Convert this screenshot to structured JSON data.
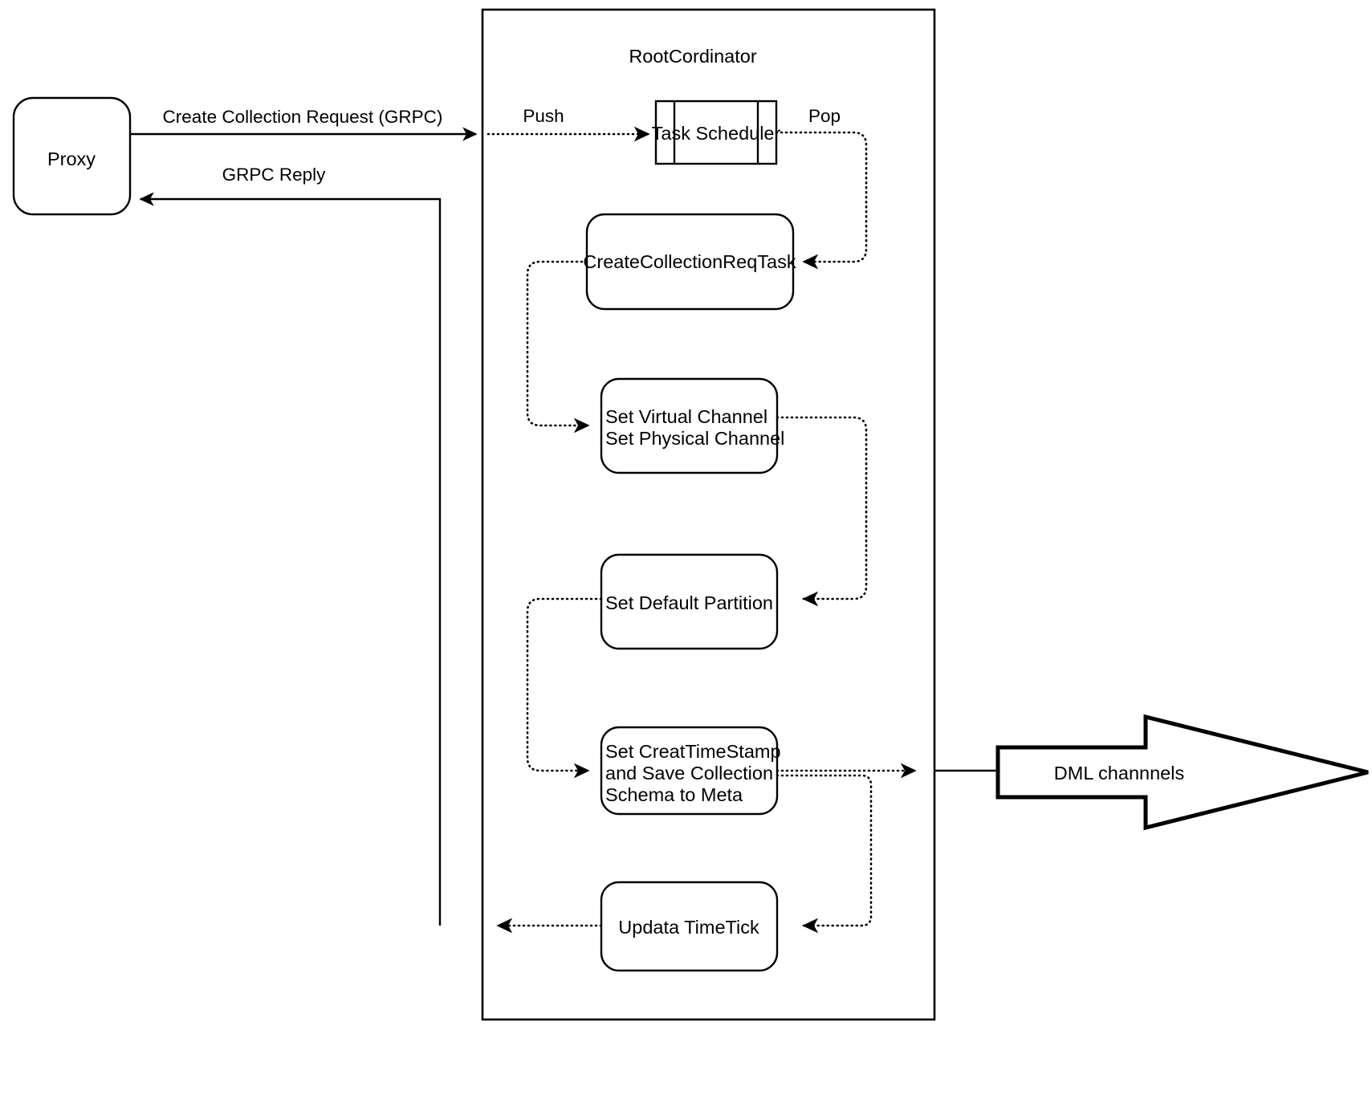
{
  "diagram": {
    "title": "RootCordinator",
    "container": {
      "label": "RootCordinator"
    },
    "nodes": {
      "proxy": {
        "label": "Proxy",
        "shape": "rounded-rect"
      },
      "task_scheduler": {
        "label": "Task Scheduler",
        "shape": "queue"
      },
      "create_collection_req_task": {
        "label": "CreateCollectionReqTask",
        "shape": "rounded-rect"
      },
      "set_channels": {
        "shape": "rounded-rect",
        "lines": [
          "Set Virtual Channel",
          "Set Physical Channel"
        ]
      },
      "set_default_partition": {
        "label": "Set Default Partition",
        "shape": "rounded-rect"
      },
      "set_timestamp_save_schema": {
        "shape": "rounded-rect",
        "lines": [
          "Set CreatTimeStamp",
          "and Save Collection",
          "Schema to Meta"
        ]
      },
      "updata_timetick": {
        "label": "Updata TimeTick",
        "shape": "rounded-rect"
      },
      "dml_channels": {
        "label": "DML channnels",
        "shape": "block-arrow-right"
      }
    },
    "edges": [
      {
        "id": "proxy-to-rootcoord",
        "label": "Create Collection Request (GRPC)",
        "style": "solid",
        "from": "proxy",
        "to": "rootcoordinator-boundary"
      },
      {
        "id": "rootcoord-to-proxy",
        "label": "GRPC Reply",
        "style": "solid",
        "from": "updata-timetick-path",
        "to": "proxy"
      },
      {
        "id": "push-to-scheduler",
        "label": "Push",
        "style": "dotted",
        "from": "rootcoordinator-boundary",
        "to": "task_scheduler"
      },
      {
        "id": "pop-to-task",
        "label": "Pop",
        "style": "dotted",
        "from": "task_scheduler",
        "to": "create_collection_req_task"
      },
      {
        "id": "task-to-channels",
        "label": "",
        "style": "dotted",
        "from": "create_collection_req_task",
        "to": "set_channels"
      },
      {
        "id": "channels-to-partition",
        "label": "",
        "style": "dotted",
        "from": "set_channels",
        "to": "set_default_partition"
      },
      {
        "id": "partition-to-timestamp",
        "label": "",
        "style": "dotted",
        "from": "set_default_partition",
        "to": "set_timestamp_save_schema"
      },
      {
        "id": "timestamp-to-dml",
        "label": "",
        "style": "dotted-then-solid",
        "from": "set_timestamp_save_schema",
        "to": "dml_channels"
      },
      {
        "id": "timestamp-to-timetick",
        "label": "",
        "style": "dotted",
        "from": "set_timestamp_save_schema",
        "to": "updata_timetick"
      },
      {
        "id": "timetick-to-reply",
        "label": "",
        "style": "dotted",
        "from": "updata_timetick",
        "to": "rootcoord-to-proxy"
      }
    ],
    "colors": {
      "stroke": "#000000",
      "fill": "#ffffff",
      "background": "#ffffff"
    }
  }
}
